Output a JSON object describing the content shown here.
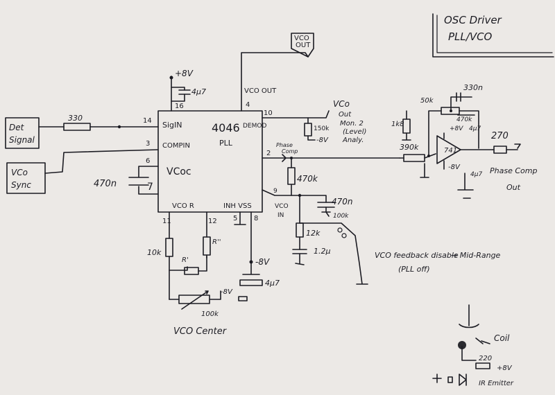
{
  "title": {
    "line1": "OSC Driver",
    "line2": "PLL/VCO"
  },
  "inputs": {
    "det_signal": [
      "Det",
      "Signal"
    ],
    "vco_sync": [
      "VCo",
      "Sync"
    ]
  },
  "output_box": [
    "VCO",
    "OUT"
  ],
  "ic": {
    "name": "4046",
    "type": "PLL",
    "pins": {
      "sig_in": "SigIN",
      "comp_in": "COMPIN",
      "vco_out": "VCO OUT",
      "demod": "DEMOD",
      "vco_c": "VCoc",
      "vco_r": "VCO R",
      "inh_vss": "INH VSS",
      "vco_in": "VCO IN"
    },
    "pin_numbers": {
      "p14": "14",
      "p3": "3",
      "p16": "16",
      "p4": "4",
      "p10": "10",
      "p2": "2",
      "p6": "6",
      "p7": "7",
      "p11": "11",
      "p12": "12",
      "p5": "5",
      "p8": "8",
      "p9": "9"
    }
  },
  "components": {
    "r330": "330",
    "c4u7_top": "4µ7",
    "plus8v": "+8V",
    "c470n": "470n",
    "r10k": "10k",
    "r1": "R'",
    "r11": "R''",
    "r100k": "100k",
    "minus8v": "-8V",
    "c4u7_bottom": "4µ7",
    "vco_center": "VCO Center",
    "r150k": "150k",
    "phase_comp": [
      "Phase",
      "Comp"
    ],
    "r470k": "470k",
    "c470n_b": "470n",
    "r100k_b": "100k",
    "r12k": "12k",
    "c1u2": "1.2µ",
    "vco_demod_note": [
      "VCo",
      "Out",
      "Mon. 2",
      "(Level)",
      "Analy."
    ],
    "vco_feedback_note": [
      "VCO feedback disable",
      "→ Mid-Range",
      "(PLL off)"
    ],
    "r390k": "390k",
    "r50k": "50k",
    "c330n": "330n",
    "r470k_b": "470k",
    "r1k8": "1k8",
    "opamp": "741",
    "opamp_supply_pos": "+8V",
    "opamp_cap": "4µ7",
    "opamp_supply_neg": "-8V",
    "opamp_cap2": "4µ7",
    "r270": "270",
    "phase_comp_out": [
      "Phase Comp",
      "Out"
    ],
    "coil": "Coil",
    "r220": "220",
    "ir_emitter": "IR Emitter",
    "plus8v_b": "+8V"
  }
}
